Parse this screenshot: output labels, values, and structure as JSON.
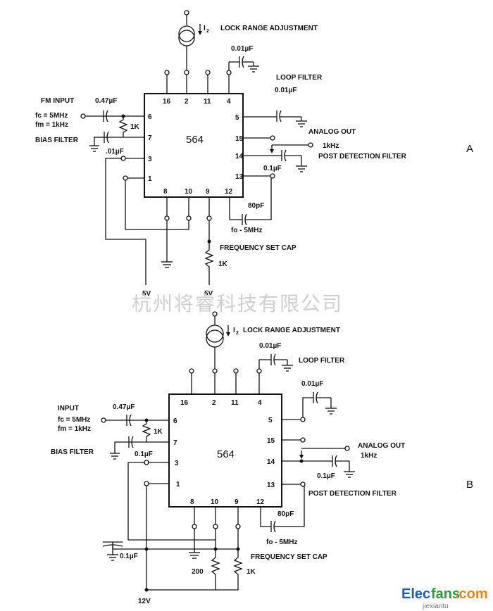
{
  "watermark": "杭州将睿科技有限公司",
  "site_logo": {
    "brand_a": "Elec",
    "brand_b": "fans",
    "brand_c": ".com",
    "sub": "jiexiantu"
  },
  "circuit_a": {
    "tag": "A",
    "ic": "564",
    "pins": {
      "p1": "1",
      "p2": "2",
      "p3": "3",
      "p4": "4",
      "p5": "5",
      "p6": "6",
      "p7": "7",
      "p8": "8",
      "p9": "9",
      "p10": "10",
      "p11": "11",
      "p12": "12",
      "p13": "13",
      "p14": "14",
      "p15": "15",
      "p16": "16"
    },
    "i2": "I",
    "i2_sub": "2",
    "lock_range": "LOCK RANGE ADJUSTMENT",
    "cap_pin4": "0.01µF",
    "loop_filter": "LOOP FILTER",
    "cap_pin5": "0.01µF",
    "fm_input": "FM INPUT",
    "cap_input": "0.47µF",
    "fc": "fc = 5MHz",
    "fm": "fm = 1kHz",
    "bias_filter": "BIAS FILTER",
    "res_bias": "1K",
    "cap_bias": ".01µF",
    "analog_out": "ANALOG OUT",
    "analog_freq": "1kHz",
    "post_detection": "POST DETECTION FILTER",
    "cap_post": "0.1µF",
    "cap_fset": "80pF",
    "fo": "fo - 5MHz",
    "freq_set_cap": "FREQUENCY SET CAP",
    "res_1k": "1K",
    "supply_1": "5V",
    "supply_2": "5V"
  },
  "circuit_b": {
    "tag": "B",
    "ic": "564",
    "pins": {
      "p1": "1",
      "p2": "2",
      "p3": "3",
      "p4": "4",
      "p5": "5",
      "p6": "6",
      "p7": "7",
      "p8": "8",
      "p9": "9",
      "p10": "10",
      "p11": "11",
      "p12": "12",
      "p13": "13",
      "p14": "14",
      "p15": "15",
      "p16": "16"
    },
    "i2": "I",
    "i2_sub": "2",
    "lock_range": "LOCK RANGE ADJUSTMENT",
    "cap_pin4": "0.01µF",
    "loop_filter": "LOOP FILTER",
    "cap_pin5": "0.01µF",
    "input": "INPUT",
    "cap_input": "0.47µF",
    "fc": "fc = 5MHz",
    "fm": "fm = 1kHz",
    "bias_filter": "BIAS FILTER",
    "res_bias": "1K",
    "cap_pin3": "0.1µF",
    "analog_out": "ANALOG OUT",
    "analog_freq": "1kHz",
    "cap_post": "0.1µF",
    "post_detection": "POST DETECTION FILTER",
    "cap_fset": "80pF",
    "fo": "fo - 5MHz",
    "freq_set_cap": "FREQUENCY SET CAP",
    "cap_supply": "0.1µF",
    "res_200": "200",
    "res_1k": "1K",
    "supply": "12V"
  }
}
